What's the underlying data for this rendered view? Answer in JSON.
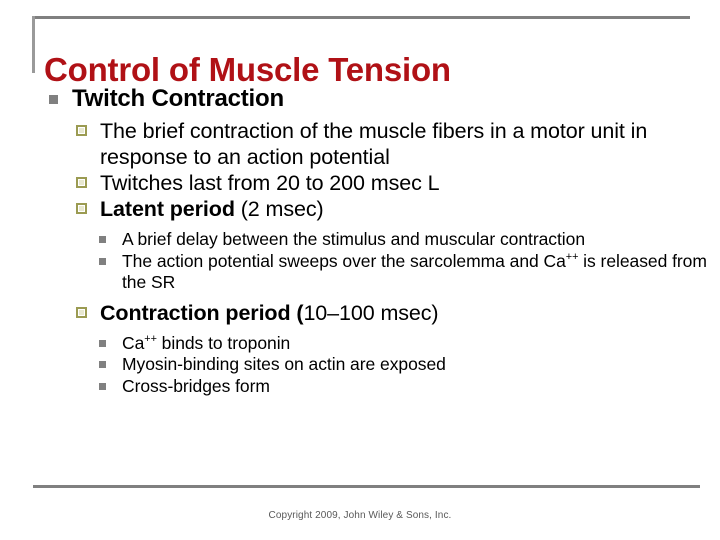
{
  "slide": {
    "title": "Control of Muscle Tension",
    "title_color": "#B01116",
    "rule_color": "#808080",
    "level1_bullet_color": "#808080",
    "level2_bullet_color": "#9b9b52",
    "level3_bullet_color": "#808080",
    "background": "#ffffff"
  },
  "content": {
    "heading": "Twitch Contraction",
    "points": [
      {
        "text": "The brief contraction of the muscle fibers in a motor unit in response to an action potential"
      },
      {
        "text": "Twitches last from 20 to 200 msec L"
      },
      {
        "bold": "Latent period",
        "rest": " (2 msec)",
        "subpoints": [
          "A brief delay between the stimulus and muscular contraction",
          "The action potential sweeps over the sarcolemma and Ca++ is released from the SR"
        ],
        "subpoints_rich": [
          {
            "pre": "A brief delay between the stimulus and muscular contraction",
            "sup": "",
            "post": ""
          },
          {
            "pre": "The action potential sweeps over the sarcolemma and Ca",
            "sup": "++",
            "post": " is released from the SR"
          }
        ]
      },
      {
        "bold": "Contraction period (",
        "rest": "10–100 msec)",
        "subpoints": [
          "Ca++ binds to troponin",
          "Myosin-binding sites on actin are exposed",
          "Cross-bridges form"
        ],
        "subpoints_rich": [
          {
            "pre": "Ca",
            "sup": "++",
            "post": " binds to troponin"
          },
          {
            "pre": "Myosin-binding sites on actin are exposed",
            "sup": "",
            "post": ""
          },
          {
            "pre": "Cross-bridges form",
            "sup": "",
            "post": ""
          }
        ]
      }
    ]
  },
  "footer": {
    "copyright": "Copyright 2009, John Wiley & Sons, Inc."
  }
}
